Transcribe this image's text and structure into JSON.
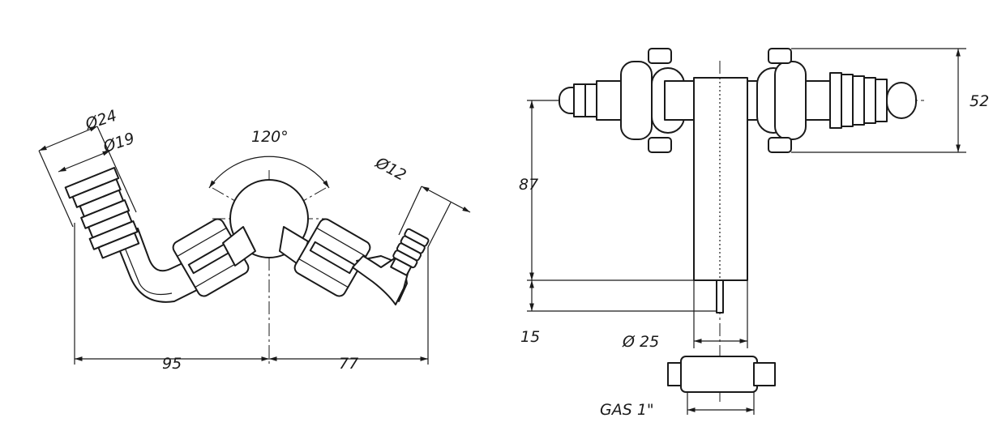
{
  "left_view": {
    "dim_width_left": "95",
    "dim_width_right": "77",
    "dim_angle": "120°",
    "dim_hose_outer": "Ø24",
    "dim_hose_inner": "Ø19",
    "dim_small_hose": "Ø12"
  },
  "right_view": {
    "dim_height_52": "52",
    "dim_height_87": "87",
    "dim_height_15": "15",
    "dim_dia_25": "Ø 25",
    "thread_label": "GAS 1\""
  }
}
